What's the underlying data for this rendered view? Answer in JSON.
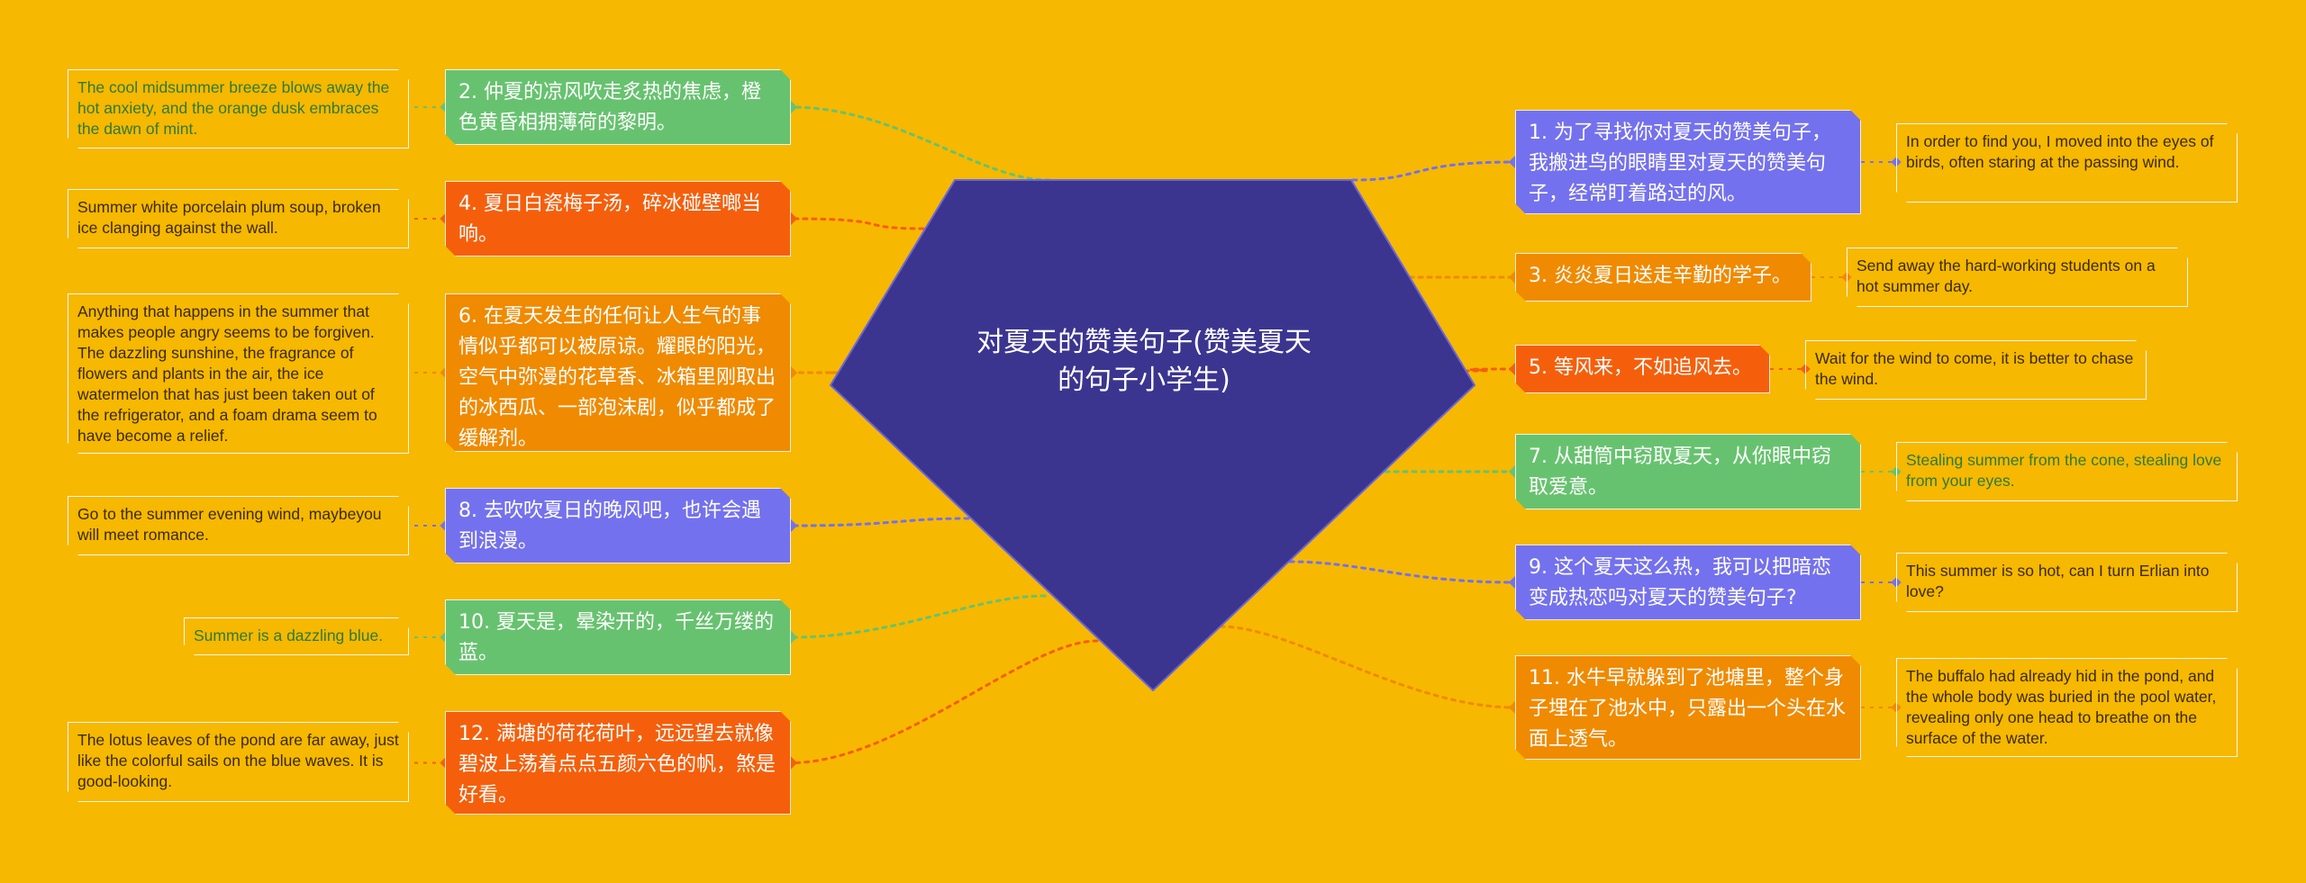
{
  "colors": {
    "background": "#F6B800",
    "center": "#3B3590",
    "green": "#67C26F",
    "orange_red": "#F55F0B",
    "orange": "#F08A00",
    "purple": "#7471EE"
  },
  "center": {
    "title": "对夏天的赞美句子(赞美夏天的句子小学生)"
  },
  "branches": [
    {
      "id": "b2",
      "side": "left",
      "color": "green",
      "text": "2. 仲夏的凉风吹走炙热的焦虑，橙色黄昏相拥薄荷的黎明。",
      "leaf": "The cool midsummer breeze blows away the hot anxiety, and the orange dusk embraces the dawn of mint."
    },
    {
      "id": "b4",
      "side": "left",
      "color": "orange_red",
      "text": "4. 夏日白瓷梅子汤，碎冰碰壁啷当响。",
      "leaf": "Summer white porcelain plum soup, broken ice clanging against the wall."
    },
    {
      "id": "b6",
      "side": "left",
      "color": "orange",
      "text": "6. 在夏天发生的任何让人生气的事情似乎都可以被原谅。耀眼的阳光，空气中弥漫的花草香、冰箱里刚取出的冰西瓜、一部泡沫剧，似乎都成了缓解剂。",
      "leaf": "Anything that happens in the summer that makes people angry seems to be forgiven. The dazzling sunshine, the fragrance of flowers and plants in the air, the ice watermelon that has just been taken out of the refrigerator, and a foam drama seem to have become a relief."
    },
    {
      "id": "b8",
      "side": "left",
      "color": "purple",
      "text": "8. 去吹吹夏日的晚风吧，也许会遇到浪漫。",
      "leaf": "Go to the summer evening wind, maybeyou will meet romance."
    },
    {
      "id": "b10",
      "side": "left",
      "color": "green",
      "text": "10. 夏天是，晕染开的，千丝万缕的蓝。",
      "leaf": "Summer is a dazzling blue."
    },
    {
      "id": "b12",
      "side": "left",
      "color": "orange_red",
      "text": "12. 满塘的荷花荷叶，远远望去就像碧波上荡着点点五颜六色的帆，煞是好看。",
      "leaf": "The lotus leaves of the pond are far away, just like the colorful sails on the blue waves. It is good-looking."
    },
    {
      "id": "b1",
      "side": "right",
      "color": "purple",
      "text": "1. 为了寻找你对夏天的赞美句子，我搬进鸟的眼睛里对夏天的赞美句子，经常盯着路过的风。",
      "leaf": "In order to find you, I moved into the eyes of birds, often staring at the passing wind."
    },
    {
      "id": "b3",
      "side": "right",
      "color": "orange",
      "text": "3. 炎炎夏日送走辛勤的学子。",
      "leaf": "Send away the hard-working students on a hot summer day."
    },
    {
      "id": "b5",
      "side": "right",
      "color": "orange_red",
      "text": "5. 等风来，不如追风去。",
      "leaf": "Wait for the wind to come, it is better to chase the wind."
    },
    {
      "id": "b7",
      "side": "right",
      "color": "green",
      "text": "7. 从甜筒中窃取夏天，从你眼中窃取爱意。",
      "leaf": "Stealing summer from the cone, stealing love from your eyes."
    },
    {
      "id": "b9",
      "side": "right",
      "color": "purple",
      "text": "9. 这个夏天这么热，我可以把暗恋变成热恋吗对夏天的赞美句子?",
      "leaf": "This summer is so hot, can I turn Erlian into love?"
    },
    {
      "id": "b11",
      "side": "right",
      "color": "orange",
      "text": "11. 水牛早就躲到了池塘里，整个身子埋在了池水中，只露出一个头在水面上透气。",
      "leaf": "The buffalo had already hid in the pond, and the whole body was buried in the pool water, revealing only one head to breathe on the surface of the water."
    }
  ]
}
